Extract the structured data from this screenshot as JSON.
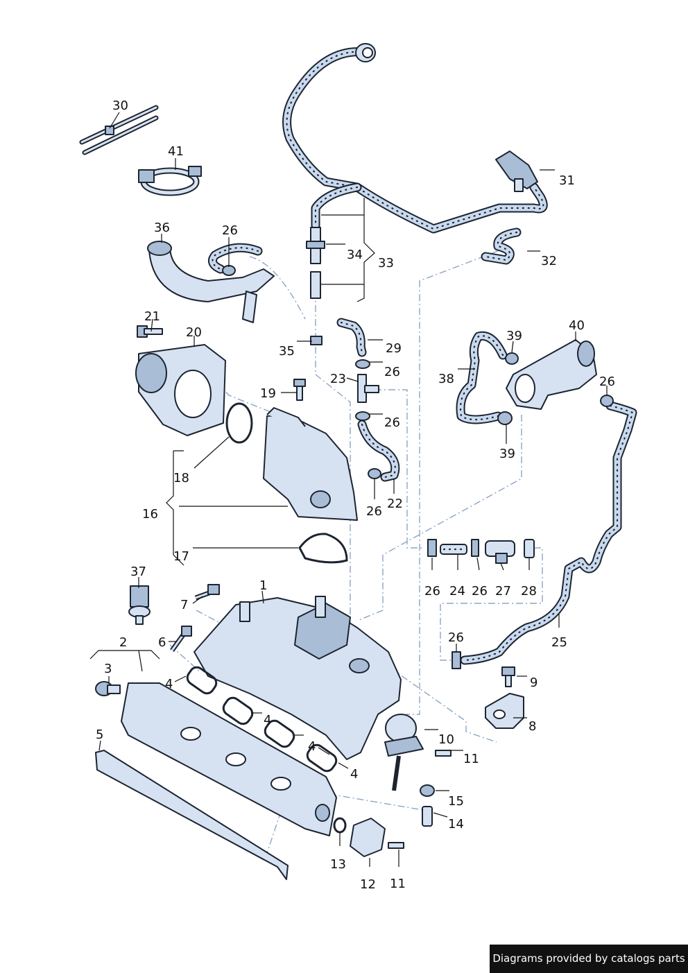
{
  "credit": "Diagrams provided by catalogs parts",
  "callouts": [
    {
      "id": "c1",
      "label": "1"
    },
    {
      "id": "c2",
      "label": "2"
    },
    {
      "id": "c3",
      "label": "3"
    },
    {
      "id": "c4a",
      "label": "4"
    },
    {
      "id": "c4b",
      "label": "4"
    },
    {
      "id": "c4c",
      "label": "4"
    },
    {
      "id": "c4d",
      "label": "4"
    },
    {
      "id": "c5",
      "label": "5"
    },
    {
      "id": "c6",
      "label": "6"
    },
    {
      "id": "c7",
      "label": "7"
    },
    {
      "id": "c8",
      "label": "8"
    },
    {
      "id": "c9",
      "label": "9"
    },
    {
      "id": "c10",
      "label": "10"
    },
    {
      "id": "c11a",
      "label": "11"
    },
    {
      "id": "c11b",
      "label": "11"
    },
    {
      "id": "c12",
      "label": "12"
    },
    {
      "id": "c13",
      "label": "13"
    },
    {
      "id": "c14",
      "label": "14"
    },
    {
      "id": "c15",
      "label": "15"
    },
    {
      "id": "c16",
      "label": "16"
    },
    {
      "id": "c17",
      "label": "17"
    },
    {
      "id": "c18",
      "label": "18"
    },
    {
      "id": "c19",
      "label": "19"
    },
    {
      "id": "c20",
      "label": "20"
    },
    {
      "id": "c21",
      "label": "21"
    },
    {
      "id": "c22",
      "label": "22"
    },
    {
      "id": "c23",
      "label": "23"
    },
    {
      "id": "c24",
      "label": "24"
    },
    {
      "id": "c25",
      "label": "25"
    },
    {
      "id": "c26a",
      "label": "26"
    },
    {
      "id": "c26b",
      "label": "26"
    },
    {
      "id": "c26c",
      "label": "26"
    },
    {
      "id": "c26d",
      "label": "26"
    },
    {
      "id": "c26e",
      "label": "26"
    },
    {
      "id": "c26f",
      "label": "26"
    },
    {
      "id": "c26g",
      "label": "26"
    },
    {
      "id": "c26h",
      "label": "26"
    },
    {
      "id": "c27",
      "label": "27"
    },
    {
      "id": "c28",
      "label": "28"
    },
    {
      "id": "c29",
      "label": "29"
    },
    {
      "id": "c30",
      "label": "30"
    },
    {
      "id": "c31",
      "label": "31"
    },
    {
      "id": "c32",
      "label": "32"
    },
    {
      "id": "c33",
      "label": "33"
    },
    {
      "id": "c34",
      "label": "34"
    },
    {
      "id": "c35",
      "label": "35"
    },
    {
      "id": "c36",
      "label": "36"
    },
    {
      "id": "c37",
      "label": "37"
    },
    {
      "id": "c38",
      "label": "38"
    },
    {
      "id": "c39a",
      "label": "39"
    },
    {
      "id": "c39b",
      "label": "39"
    },
    {
      "id": "c40",
      "label": "40"
    },
    {
      "id": "c41",
      "label": "41"
    }
  ]
}
